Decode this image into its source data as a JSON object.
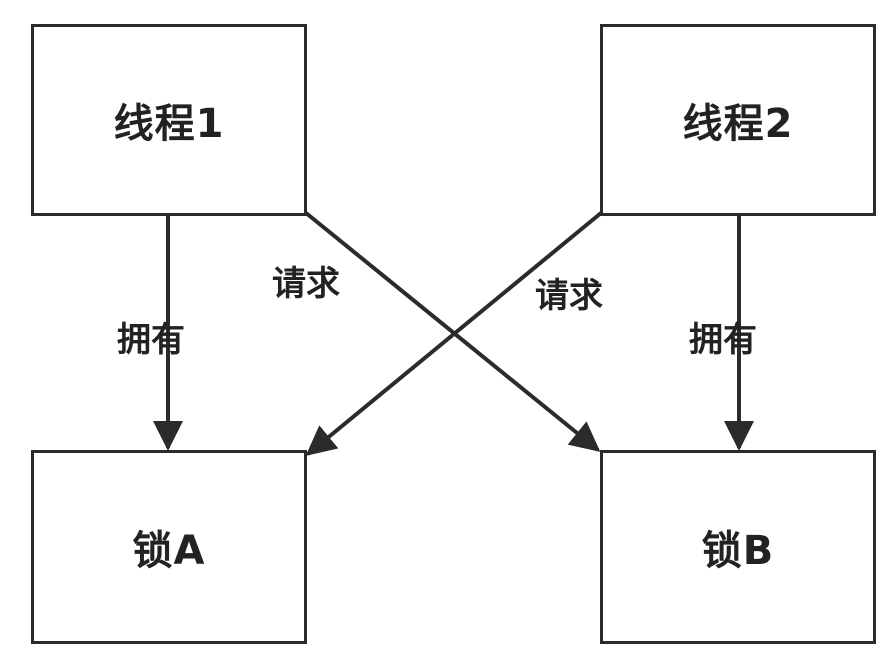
{
  "nodes": {
    "thread1": "线程1",
    "thread2": "线程2",
    "lockA": "锁A",
    "lockB": "锁B"
  },
  "edges": {
    "thread1_owns_lockA": "拥有",
    "thread1_requests_lockB": "请求",
    "thread2_requests_lockA": "请求",
    "thread2_owns_lockB": "拥有"
  },
  "colors": {
    "stroke": "#2b2b2b",
    "text": "#222222",
    "background": "#ffffff"
  }
}
